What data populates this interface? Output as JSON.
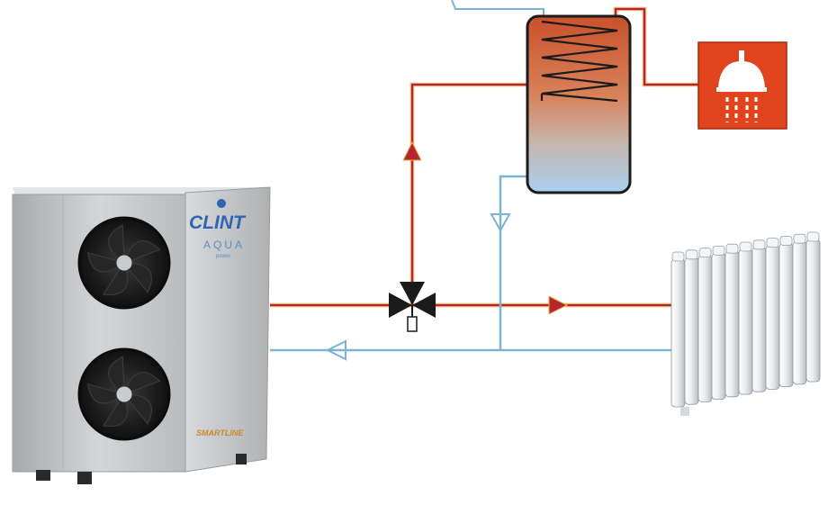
{
  "heat_pump": {
    "brand": "CLINT",
    "model": "AQUA",
    "model_sub": "power",
    "series": "SMARTLINE"
  },
  "colors": {
    "hot_pipe": "#b5272c",
    "hot_pipe_glow": "#e6b24a",
    "cold_pipe": "#7bb3d3",
    "tank_top": "#c9512c",
    "tank_bottom": "#a9d0f0",
    "shower_box": "#e0441d",
    "unit_body": "#c7c9cb",
    "fan": "#1b1b1b"
  },
  "icons": [
    "three-way-valve-icon",
    "shower-icon",
    "flow-arrow-icon"
  ]
}
